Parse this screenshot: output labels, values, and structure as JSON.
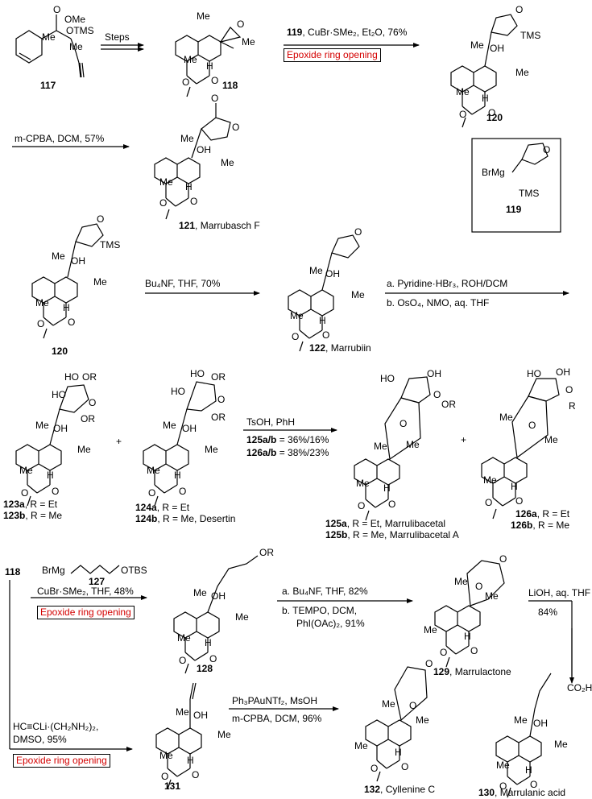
{
  "compounds": {
    "c117": "117",
    "c118": "118",
    "c119": "119",
    "c120a": "120",
    "c120b": "120",
    "c121": "121",
    "c121_name": ", Marrubasch F",
    "c122": "122",
    "c122_name": ", Marrubiin",
    "c123a": "123a",
    "c123a_r": ", R = Et",
    "c123b": "123b",
    "c123b_r": ", R = Me",
    "c124a": "124a",
    "c124a_r": ", R = Et",
    "c124b": "124b",
    "c124b_r": ", R = Me, Desertin",
    "c125a": "125a",
    "c125a_r": ", R = Et, Marrulibacetal",
    "c125b": "125b",
    "c125b_r": ", R = Me, Marrulibacetal A",
    "c126a": "126a",
    "c126a_r": ", R = Et",
    "c126b": "126b",
    "c126b_r": ", R = Me",
    "c118b": "118",
    "c127": "127",
    "c128": "128",
    "c129": "129",
    "c129_name": ", Marrulactone",
    "c130": "130",
    "c130_name": ", Marrulanic acid",
    "c131": "131",
    "c132": "132",
    "c132_name": ", Cyllenine C"
  },
  "conditions": {
    "steps": "Steps",
    "r1_reagent": "119",
    "r1_rest": ", CuBr·SMe₂, Et₂O, 76%",
    "epoxide": "Epoxide ring opening",
    "r2": "m-CPBA, DCM, 57%",
    "r3": "Bu₄NF, THF, 70%",
    "r4a": "a. Pyridine·HBr₃, ROH/DCM",
    "r4b": "b. OsO₄, NMO, aq. THF",
    "r5a": "TsOH, PhH",
    "r5b_lbl": "125a/b",
    "r5b_val": " = 36%/16%",
    "r5c_lbl": "126a/b",
    "r5c_val": " = 38%/23%",
    "plus": "+",
    "r6_reagent": "BrMg",
    "r6_tbs": "OTBS",
    "r6_cond": "CuBr·SMe₂, THF, 48%",
    "r7a": "a. Bu₄NF, THF, 82%",
    "r7b": "b. TEMPO, DCM,",
    "r7c": "PhI(OAc)₂, 91%",
    "r8a": "LiOH, aq. THF",
    "r8b": "84%",
    "r9a": "HC≡CLi·(CH₂NH₂)₂,",
    "r9b": "DMSO, 95%",
    "r10a": "Ph₃PAuNTf₂, MsOH",
    "r10b": "m-CPBA, DCM, 96%"
  },
  "atoms": {
    "OMe": "OMe",
    "OTMS": "OTMS",
    "Me": "Me",
    "O": "O",
    "H": "H",
    "OH": "OH",
    "TMS": "TMS",
    "BrMg": "BrMg",
    "OR": "OR",
    "R": "R",
    "HO": "HO",
    "CO2H": "CO₂H"
  }
}
